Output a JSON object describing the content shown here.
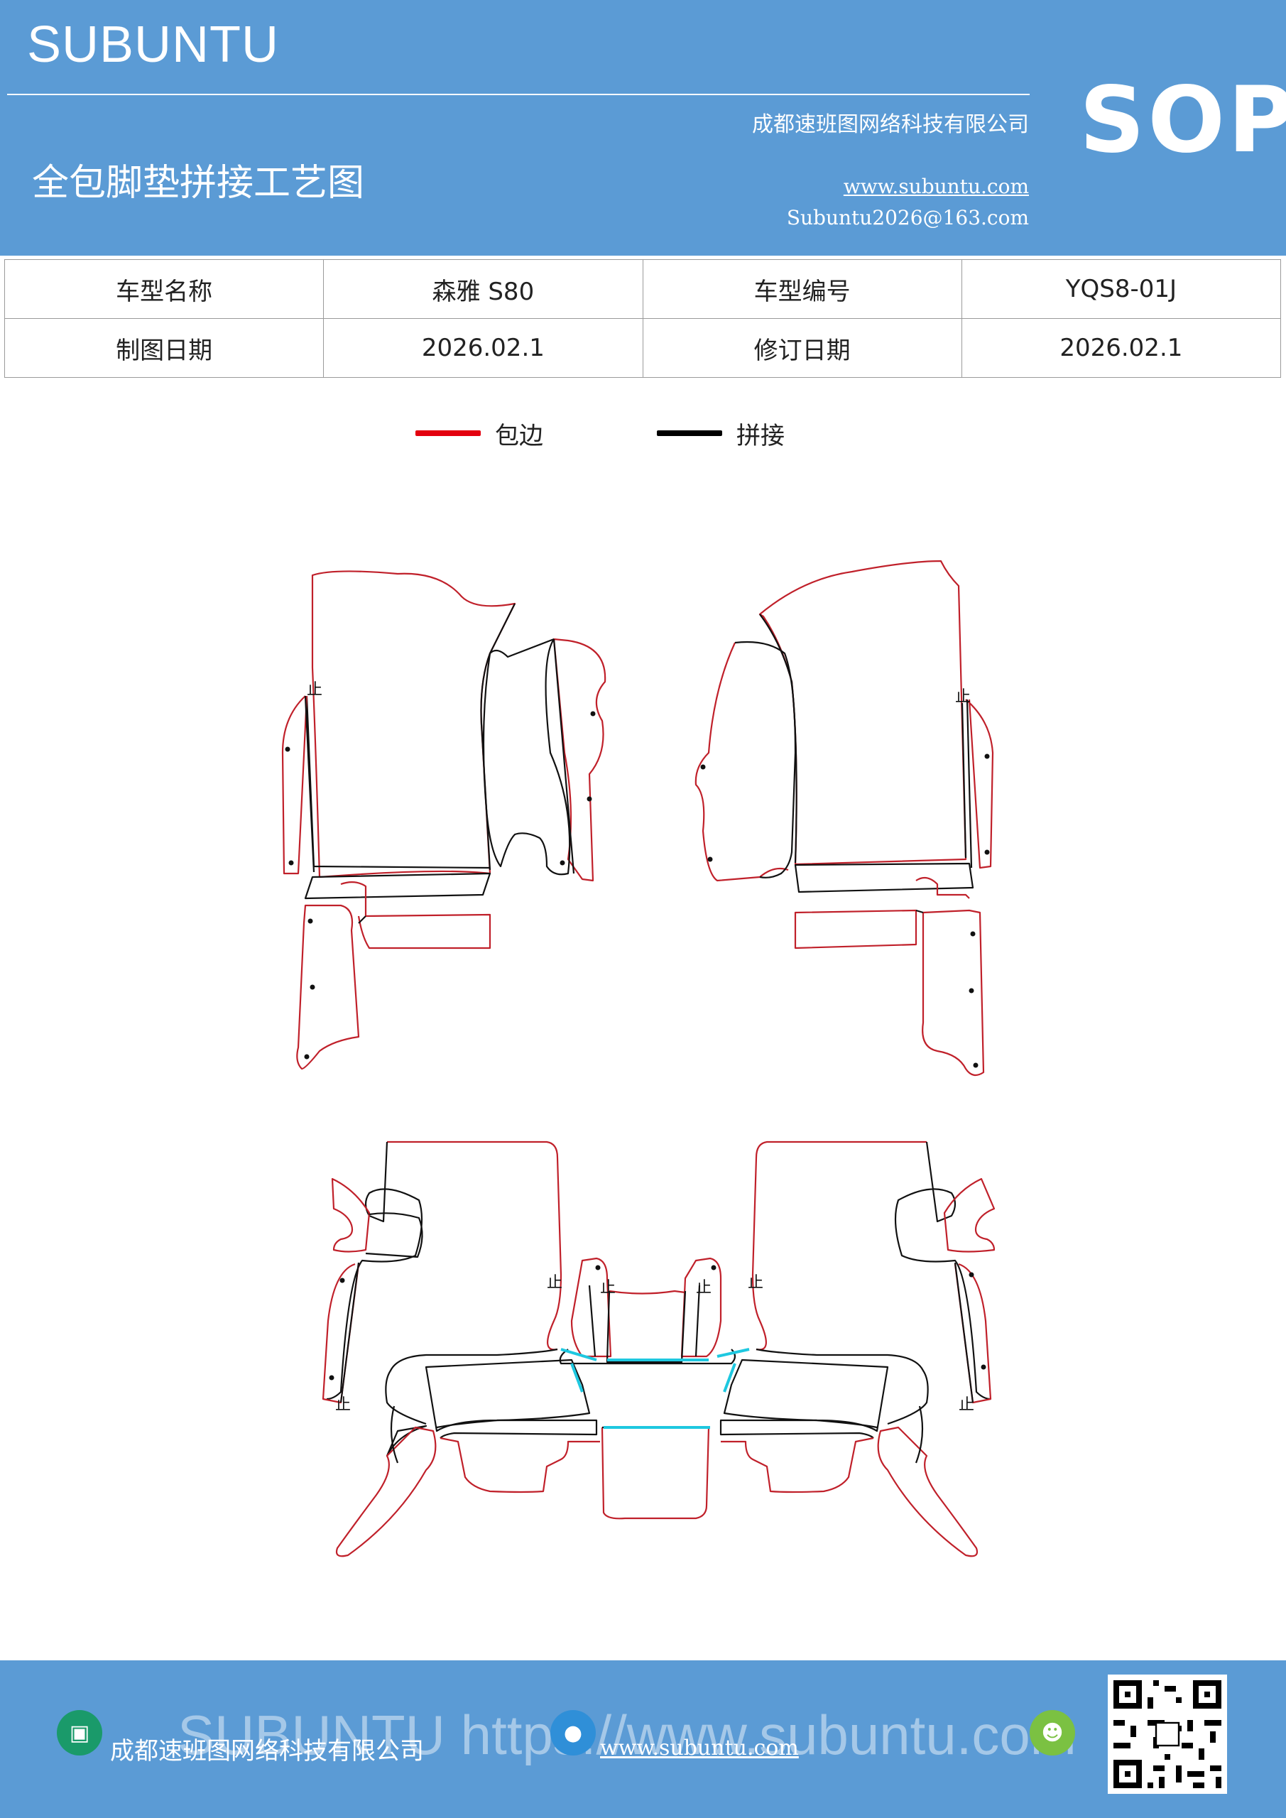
{
  "header": {
    "brand": "SUBUNTU",
    "company": "成都速班图网络科技有限公司",
    "title": "全包脚垫拼接工艺图",
    "website": "www.subuntu.com",
    "email": "Subuntu2026@163.com",
    "badge": "SOP"
  },
  "info_table": {
    "rows": [
      {
        "label1": "车型名称",
        "value1": "森雅 S80",
        "label2": "车型编号",
        "value2": "YQS8-01J"
      },
      {
        "label1": "制图日期",
        "value1": "2026.02.1",
        "label2": "修订日期",
        "value2": "2026.02.1"
      }
    ]
  },
  "legend": {
    "items": [
      {
        "label": "包边",
        "color": "#e3000f"
      },
      {
        "label": "拼接",
        "color": "#000000"
      }
    ]
  },
  "drawing": {
    "marker": "止",
    "colors": {
      "edge": "#c0202a",
      "seam": "#111111",
      "accent": "#1ec8e0"
    }
  },
  "footer": {
    "company": "成都速班图网络科技有限公司",
    "url": "www.subuntu.com",
    "watermark": "SUBUNTU https://www.subuntu.com",
    "icons": [
      "building-icon",
      "globe-icon",
      "wechat-icon"
    ]
  }
}
